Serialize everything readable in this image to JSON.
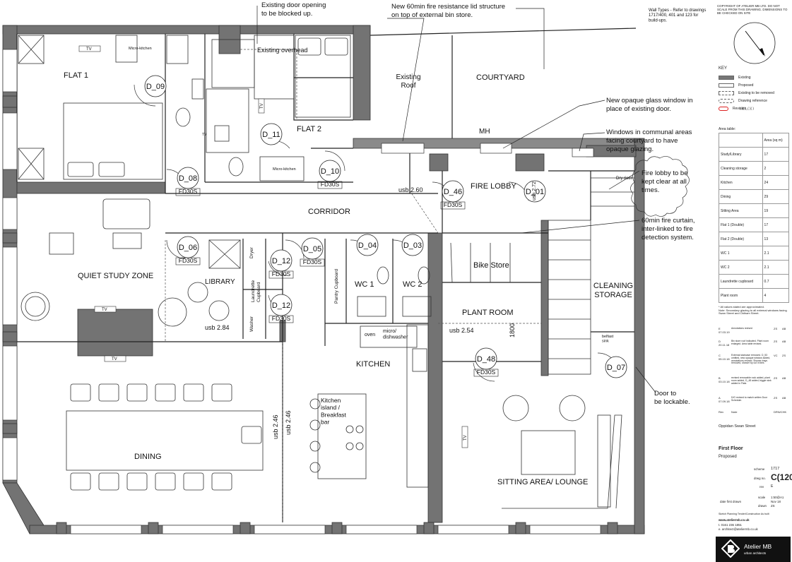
{
  "rooms": {
    "flat1": "FLAT 1",
    "flat2": "FLAT 2",
    "existing_roof": "Existing\nRoof",
    "courtyard": "COURTYARD",
    "mh": "MH",
    "corridor": "CORRIDOR",
    "fire_lobby": "FIRE LOBBY",
    "quiet_study": "QUIET STUDY ZONE",
    "library": "LIBRARY",
    "wc1": "WC 1",
    "wc2": "WC 2",
    "bike_store": "Bike Store",
    "plant_room": "PLANT ROOM",
    "cleaning_storage": "CLEANING\nSTORAGE",
    "kitchen": "KITCHEN",
    "dining": "DINING",
    "sitting_area": "SITTING AREA/ LOUNGE",
    "kitchen_island": "Kitchen\nisland /\nBreakfast\nbar",
    "pantry_cupboard": "Pantry Cupboard",
    "dryer": "Dryer",
    "washer": "Washer",
    "laundrette_cupboard": "Laundrette\nCupboard",
    "oven": "oven",
    "micro_dishwasher": "micro/\ndishwasher",
    "micro_kitchen_1": "Micro-kitchen",
    "micro_kitchen_2": "Micro-kitchen",
    "existing_overhead": "Existing overhead",
    "dry_riser": "Dry riser",
    "belfast_sink": "belfast\nsink"
  },
  "doors": [
    {
      "id": "D_09",
      "rating": ""
    },
    {
      "id": "D_11",
      "rating": ""
    },
    {
      "id": "D_08",
      "rating": "FD30S"
    },
    {
      "id": "D_10",
      "rating": "FD30S"
    },
    {
      "id": "D_46",
      "rating": "FD30S"
    },
    {
      "id": "D_01",
      "rating": ""
    },
    {
      "id": "D_06",
      "rating": "FD30S"
    },
    {
      "id": "D_05",
      "rating": "FD30S"
    },
    {
      "id": "D_04",
      "rating": ""
    },
    {
      "id": "D_03",
      "rating": ""
    },
    {
      "id": "D_12",
      "rating": "FD30S"
    },
    {
      "id": "D_12",
      "rating": "FD30S"
    },
    {
      "id": "D_48",
      "rating": "FD30S"
    },
    {
      "id": "D_07",
      "rating": ""
    }
  ],
  "dimensions": {
    "usb_260": "usb 2.60",
    "usb_284": "usb 2.84",
    "usb_254": "usb 2.54",
    "usb_246a": "usb 2.46",
    "usb_246b": "usb 2.46",
    "usb_272": "usb 2.72",
    "dim_1800": "1800"
  },
  "tv_labels": [
    "TV",
    "TV",
    "TV",
    "TV",
    "TV",
    "TV"
  ],
  "annotations": {
    "door_blocked": "Existing door opening\nto be blocked up.",
    "bin_store": "New 60min fire resistance lid structure\non top of external bin store.",
    "opaque_window": "New opaque glass window in\nplace of existing door.",
    "communal_windows": "Windows in communal areas\nfacing courtyard to have\nopaque glazing.",
    "wall_types": "Wall Types - Refer to drawings\n1717/400, 401 and 123 for\nbuild-ups.",
    "fire_lobby_clear": "Fire lobby to be\nkept clear at all\ntimes.",
    "fire_curtain": "60min fire curtain,\ninter-linked to fire\ndetection system.",
    "door_lockable": "Door to\nbe lockable."
  },
  "title_block": {
    "copyright": "Copyright of Atelier MB Ltd. Do not scale from this drawing. Dimensions to be checked on site",
    "key_title": "KEY",
    "key": [
      {
        "label": "Existing",
        "swatch": "#777777"
      },
      {
        "label": "Proposed",
        "swatch": "#ffffff"
      },
      {
        "label": "Existing to be removed",
        "swatch": "#ffffff"
      },
      {
        "label": "Drawing reference",
        "swatch": "#ffffff"
      },
      {
        "label": "Revision",
        "swatch": "#ffffff"
      }
    ],
    "drawing_ref_code": "(  )(  )_(  )(  )",
    "area_table_title": "Area table:",
    "area_header": "Area (sq m)",
    "areas": [
      {
        "name": "Study/Library",
        "value": "17"
      },
      {
        "name": "Cleaning storage",
        "value": "2"
      },
      {
        "name": "Kitchen",
        "value": "24"
      },
      {
        "name": "Dining",
        "value": "29"
      },
      {
        "name": "Sitting Area",
        "value": "19"
      },
      {
        "name": "Flat 1 (Double)",
        "value": "17"
      },
      {
        "name": "Flat 2 (Double)",
        "value": "13"
      },
      {
        "name": "WC 1",
        "value": "2.1"
      },
      {
        "name": "WC 2",
        "value": "2.1"
      },
      {
        "name": "Laundrette cupboard",
        "value": "0.7"
      },
      {
        "name": "Plant room",
        "value": "4"
      }
    ],
    "notes": "* All values stated are approximated.\nNote: Secondary glazing to all external windows facing Swan Street and Oldham Street.",
    "revisions": [
      {
        "rev": "E",
        "date": "07.03.19",
        "desc": "Annotations revised",
        "by": "ZS",
        "chk": "AB"
      },
      {
        "rev": "D",
        "date": "20.11.18",
        "desc": "Bin store roof indicated. Plant room enlarged. Area table revised.",
        "by": "ZS",
        "chk": "AB"
      },
      {
        "rev": "C",
        "date": "05.10.18",
        "desc": "External staircase removed. D_53 omitted, new opaque window added, annotations revised. Shower trays removed, shower by cut in tiles",
        "by": "VC",
        "chk": "ZS"
      },
      {
        "rev": "B",
        "date": "03.10.18",
        "desc": "revised removable rock added, plant room added, D_48 added, bigger sink added in Flats",
        "by": "ZS",
        "chk": "AB"
      },
      {
        "rev": "A",
        "date": "07.09.18",
        "desc": "D/G revised to match written Door Schedule.",
        "by": "ZS",
        "chk": "AB"
      }
    ],
    "rev_header": {
      "rev": "Rev",
      "note": "Note",
      "drn": "DRN/CHK"
    },
    "project": "Oppidan Swan Street",
    "sheet_title": "First Floor",
    "sheet_subtitle": "Proposed",
    "scheme_label": "scheme",
    "scheme": "1717",
    "drwg_label": "drwg no.",
    "drawing_no": "C(120)",
    "rev_label": "rev",
    "rev": "E",
    "scale_label": "scale",
    "scale": "1:50@A1",
    "date_label": "date first drawn",
    "date": "Nov 18",
    "drawn_label": "drawn",
    "drawn": "ZS",
    "status_line": "Sketch   Planning   Tender/Construction   As built",
    "website": "www.ateliermb.co.uk",
    "phone": "t. 0161 236 1851",
    "email": "e. architect@ateliermb.co.uk",
    "firm": "Atelier MB",
    "firm_tag": "urban architects"
  }
}
